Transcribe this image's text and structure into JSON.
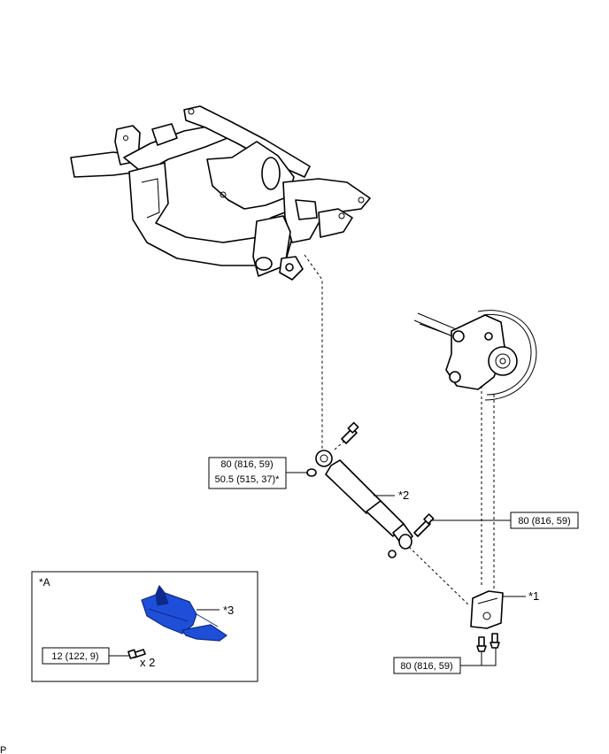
{
  "torque_specs": {
    "shock_upper_line1": "80 (816, 59)",
    "shock_upper_line2": "50.5 (515, 37)*",
    "shock_lower": "80 (816, 59)",
    "bracket_bolts": "80 (816, 59)",
    "inset_bolt": "12 (122, 9)"
  },
  "callouts": {
    "part1": "*1",
    "part2": "*2",
    "part3": "*3",
    "inset_label": "*A",
    "quantity": "x 2"
  },
  "corner_mark": "P",
  "colors": {
    "highlight_part": "#1f4fd8",
    "highlight_dark": "#0d2a8a",
    "line": "#000000"
  }
}
